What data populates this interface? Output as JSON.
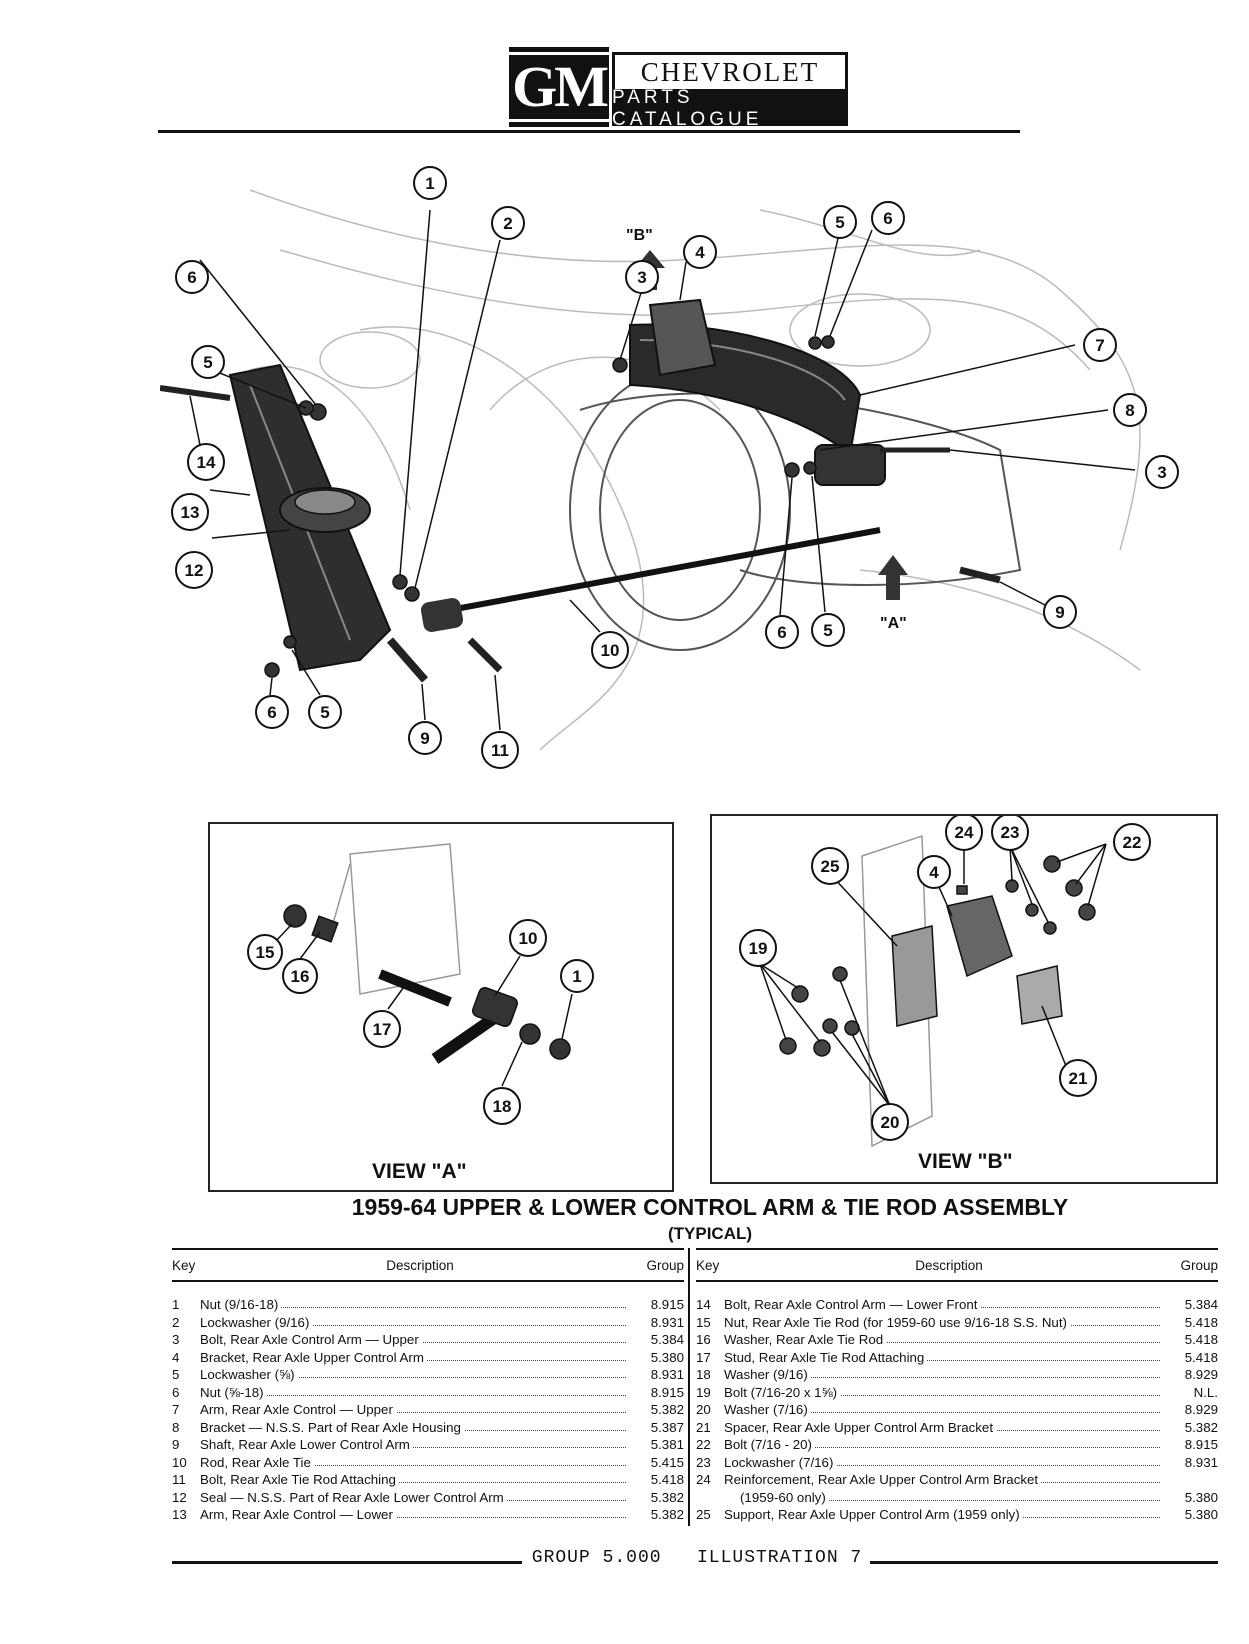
{
  "header": {
    "logo_text": "GM",
    "brand": "CHEVROLET",
    "sub_brand": "PARTS CATALOGUE"
  },
  "illustration": {
    "callouts": [
      "1",
      "2",
      "3",
      "4",
      "5",
      "6",
      "7",
      "8",
      "3",
      "6",
      "5",
      "9",
      "10",
      "11",
      "9",
      "5",
      "6",
      "14",
      "13",
      "12",
      "6",
      "5"
    ],
    "view_b_arrow_label": "\"B\"",
    "view_a_arrow_label": "\"A\""
  },
  "view_a": {
    "label": "VIEW \"A\"",
    "callouts": [
      "15",
      "16",
      "17",
      "10",
      "1",
      "18"
    ]
  },
  "view_b": {
    "label": "VIEW \"B\"",
    "callouts": [
      "24",
      "23",
      "22",
      "25",
      "4",
      "19",
      "21",
      "20"
    ]
  },
  "title": "1959-64 UPPER & LOWER CONTROL ARM & TIE ROD ASSEMBLY",
  "subtitle": "(TYPICAL)",
  "table": {
    "headers": {
      "key": "Key",
      "description": "Description",
      "group": "Group"
    },
    "left_rows": [
      {
        "key": "1",
        "description": "Nut (9/16-18)",
        "group": "8.915"
      },
      {
        "key": "2",
        "description": "Lockwasher (9/16)",
        "group": "8.931"
      },
      {
        "key": "3",
        "description": "Bolt, Rear Axle Control Arm — Upper",
        "group": "5.384"
      },
      {
        "key": "4",
        "description": "Bracket, Rear Axle Upper Control Arm",
        "group": "5.380"
      },
      {
        "key": "5",
        "description": "Lockwasher (⅝)",
        "group": "8.931"
      },
      {
        "key": "6",
        "description": "Nut (⅝-18)",
        "group": "8.915"
      },
      {
        "key": "7",
        "description": "Arm, Rear Axle Control — Upper",
        "group": "5.382"
      },
      {
        "key": "8",
        "description": "Bracket — N.S.S. Part of Rear Axle Housing",
        "group": "5.387"
      },
      {
        "key": "9",
        "description": "Shaft, Rear Axle Lower Control Arm",
        "group": "5.381"
      },
      {
        "key": "10",
        "description": "Rod, Rear Axle Tie",
        "group": "5.415"
      },
      {
        "key": "11",
        "description": "Bolt, Rear Axle Tie Rod Attaching",
        "group": "5.418"
      },
      {
        "key": "12",
        "description": "Seal — N.S.S. Part of Rear Axle Lower Control Arm",
        "group": "5.382"
      },
      {
        "key": "13",
        "description": "Arm, Rear Axle Control — Lower",
        "group": "5.382"
      }
    ],
    "right_rows": [
      {
        "key": "14",
        "description": "Bolt, Rear Axle Control Arm — Lower Front",
        "group": "5.384"
      },
      {
        "key": "15",
        "description": "Nut, Rear Axle Tie Rod (for 1959-60 use 9/16-18 S.S. Nut)",
        "group": "5.418"
      },
      {
        "key": "16",
        "description": "Washer, Rear Axle Tie Rod",
        "group": "5.418"
      },
      {
        "key": "17",
        "description": "Stud, Rear Axle Tie Rod Attaching",
        "group": "5.418"
      },
      {
        "key": "18",
        "description": "Washer (9/16)",
        "group": "8.929"
      },
      {
        "key": "19",
        "description": "Bolt (7/16-20 x 1⅝)",
        "group": "N.L."
      },
      {
        "key": "20",
        "description": "Washer (7/16)",
        "group": "8.929"
      },
      {
        "key": "21",
        "description": "Spacer, Rear Axle Upper Control Arm Bracket",
        "group": "5.382"
      },
      {
        "key": "22",
        "description": "Bolt (7/16 - 20)",
        "group": "8.915"
      },
      {
        "key": "23",
        "description": "Lockwasher (7/16)",
        "group": "8.931"
      },
      {
        "key": "24",
        "description": "Reinforcement, Rear Axle Upper Control Arm Bracket",
        "group": ""
      },
      {
        "key": "",
        "description": "(1959-60 only)",
        "group": "5.380"
      },
      {
        "key": "25",
        "description": "Support, Rear Axle Upper Control Arm (1959 only)",
        "group": "5.380"
      }
    ]
  },
  "footer": {
    "group": "GROUP 5.000",
    "illustration": "ILLUSTRATION 7"
  }
}
